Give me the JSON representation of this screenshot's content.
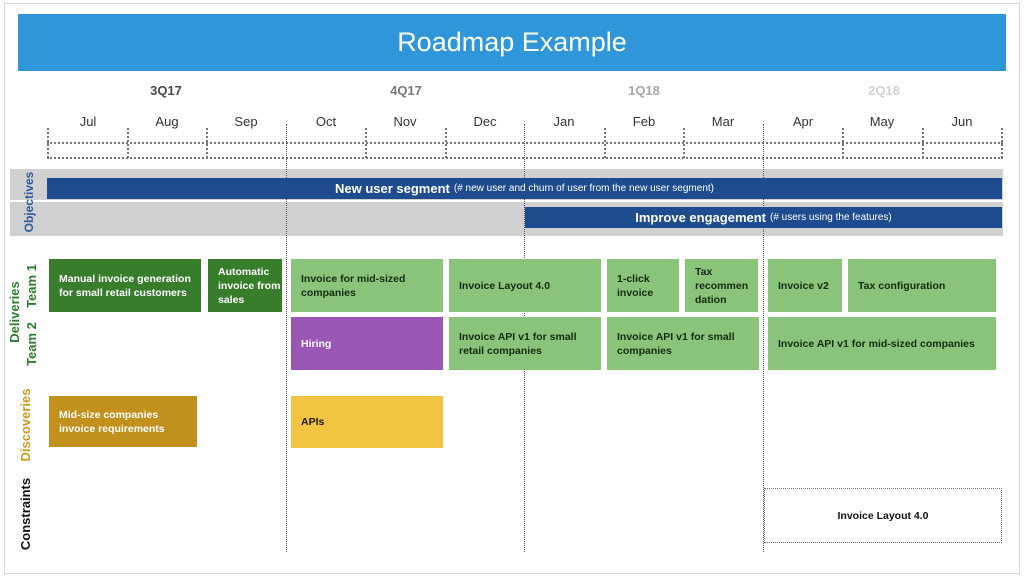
{
  "title": "Roadmap Example",
  "quarters": [
    {
      "label": "3Q17",
      "color": "#4a4a4a"
    },
    {
      "label": "4Q17",
      "color": "#7a7a7a"
    },
    {
      "label": "1Q18",
      "color": "#a8a8a8"
    },
    {
      "label": "2Q18",
      "color": "#d2d2d2"
    }
  ],
  "months": [
    "Jul",
    "Aug",
    "Sep",
    "Oct",
    "Nov",
    "Dec",
    "Jan",
    "Feb",
    "Mar",
    "Apr",
    "May",
    "Jun"
  ],
  "rows": {
    "objectives": "Objectives",
    "deliveries": "Deliveries",
    "team1": "Team 1",
    "team2": "Team 2",
    "discoveries": "Discoveries",
    "constraints": "Constraints"
  },
  "colors": {
    "title": "#2f97d9",
    "objective": "#1f4c8f",
    "delivery_dark": "#387d2c",
    "delivery_light": "#8ac47a",
    "hiring": "#9a56b5",
    "discovery_dark": "#c2901c",
    "discovery_light": "#f2c441",
    "objectives_label": "#2a5aa0",
    "deliveries_label": "#2e7d2e",
    "discoveries_label": "#c89a1c",
    "constraints_label": "#111111"
  },
  "objectives": [
    {
      "title": "New user segment",
      "detail": "(# new user and churn of user from the new user segment)"
    },
    {
      "title": "Improve engagement",
      "detail": "(# users using the features)"
    }
  ],
  "team1": [
    "Manual invoice generation  for small retail customers",
    "Automatic invoice from sales",
    "Invoice for mid-sized companies",
    "Invoice Layout 4.0",
    "1-click invoice",
    "Tax recommen dation",
    "Invoice v2",
    "Tax configuration"
  ],
  "team2": [
    "Hiring",
    "Invoice API v1 for small retail companies",
    "Invoice API v1 for small companies",
    "Invoice API v1 for mid-sized companies"
  ],
  "discoveries": [
    "Mid-size companies invoice requirements",
    "APIs"
  ],
  "constraints": [
    "Invoice Layout 4.0"
  ]
}
